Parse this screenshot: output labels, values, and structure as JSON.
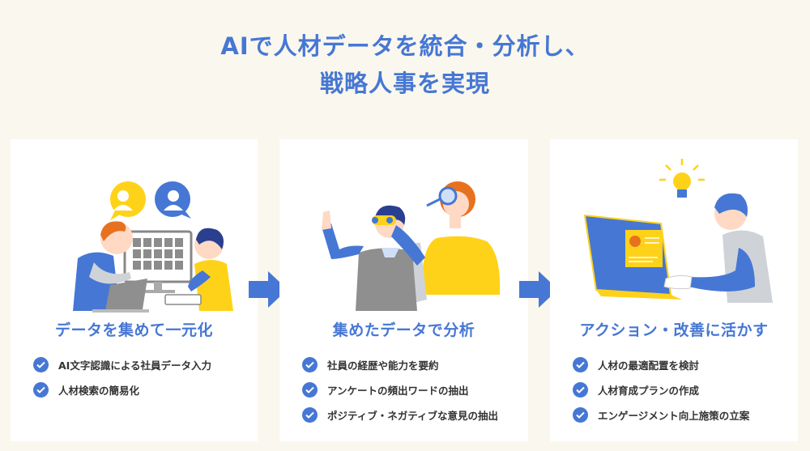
{
  "headline": {
    "line1": "AIで人材データを統合・分析し、",
    "line2": "戦略人事を実現"
  },
  "colors": {
    "background": "#faf7ee",
    "accent_blue": "#4677d4",
    "accent_yellow": "#ffd21a",
    "card": "#ffffff",
    "text": "#333333"
  },
  "steps": [
    {
      "title": "データを集めて一元化",
      "illustration": "two-people-reviewing-employee-photos-on-monitor",
      "items": [
        "AI文字認識による社員データ入力",
        "人材検索の簡易化"
      ]
    },
    {
      "title": "集めたデータで分析",
      "illustration": "man-with-binoculars-woman-with-magnifier",
      "items": [
        "社員の経歴や能力を要約",
        "アンケートの頻出ワードの抽出",
        "ポジティブ・ネガティブな意見の抽出"
      ]
    },
    {
      "title": "アクション・改善に活かす",
      "illustration": "man-at-laptop-with-lightbulb-idea",
      "items": [
        "人材の最適配置を検討",
        "人材育成プランの作成",
        "エンゲージメント向上施策の立案"
      ]
    }
  ],
  "icons": {
    "check": "check-circle-icon",
    "arrow": "arrow-right-icon"
  }
}
